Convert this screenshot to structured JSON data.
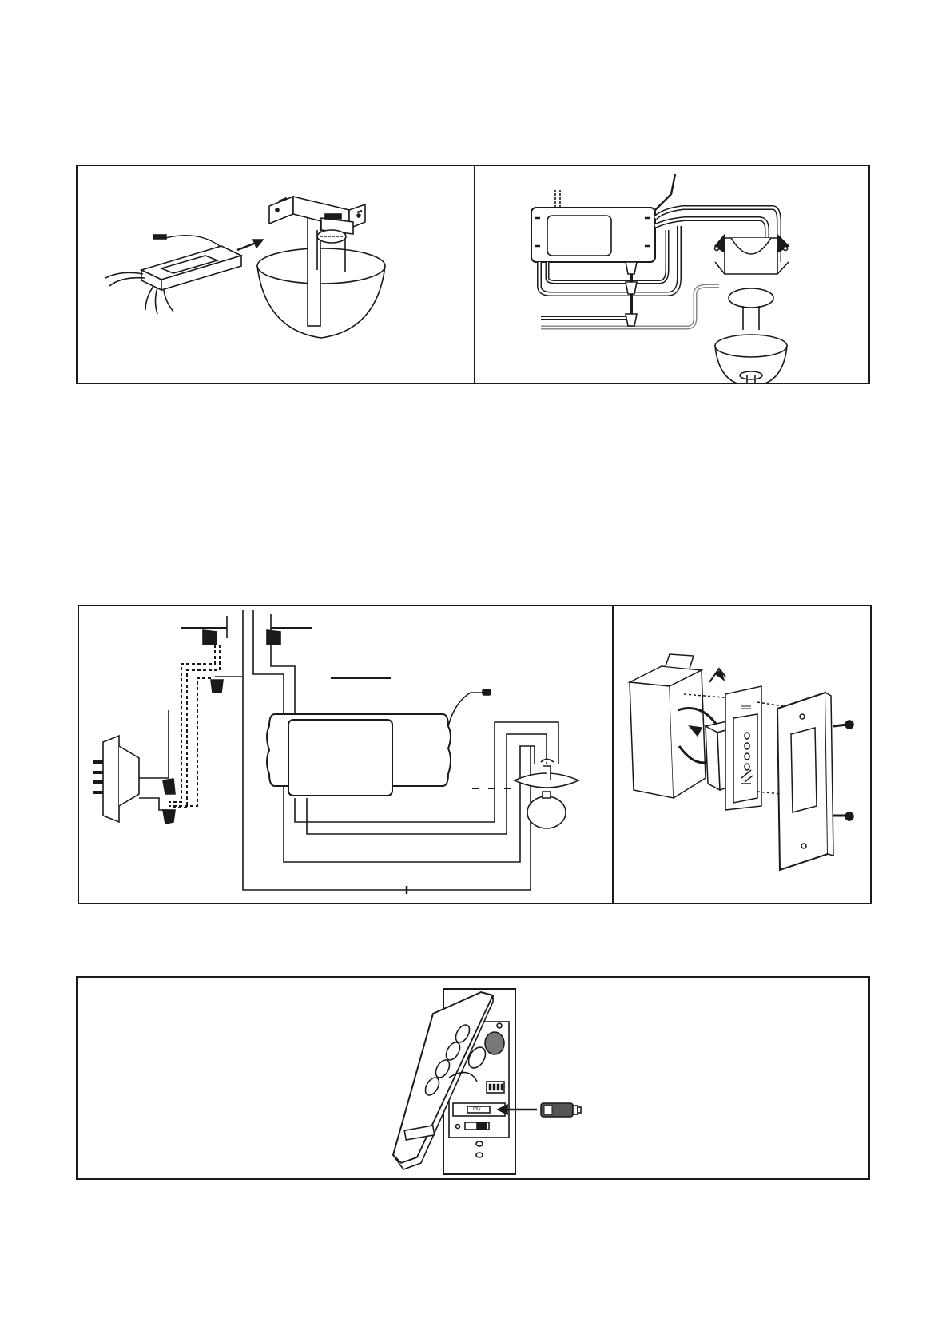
{
  "colors": {
    "ink": "#1a1a1a",
    "wire_gray": "#8a8a8a",
    "paper": "#ffffff"
  },
  "figures": {
    "top_left": {
      "name": "receiver-into-bracket"
    },
    "top_right": {
      "name": "receiver-wiring"
    },
    "middle_left": {
      "name": "wall-switch-wiring-schematic"
    },
    "middle_right": {
      "name": "wall-box-install"
    },
    "bottom": {
      "name": "wall-transmitter-battery",
      "switch_label": "Mty"
    }
  }
}
